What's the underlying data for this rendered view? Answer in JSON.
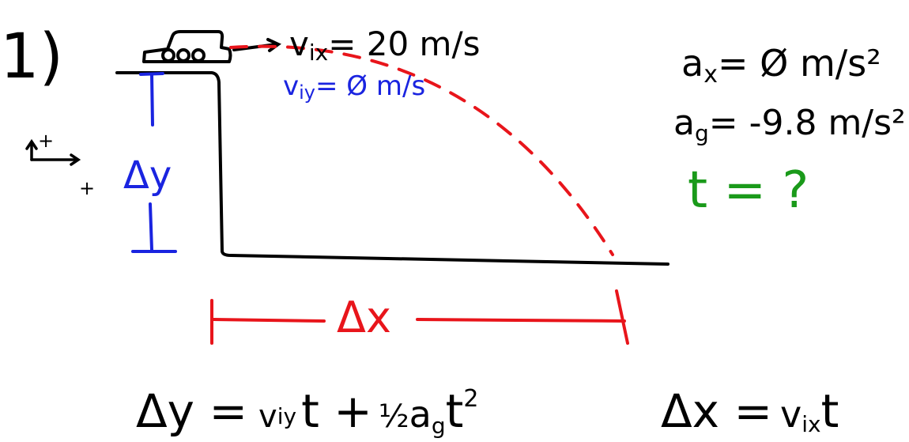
{
  "problem_number": "1)",
  "axes": {
    "plus_up": "+",
    "plus_right": "+"
  },
  "vix": {
    "base": "v",
    "sub": "ix",
    "value": "= 20 m/s"
  },
  "viy": {
    "base": "v",
    "sub": "iy",
    "value": "= Ø m/s"
  },
  "delta_y": "Δy",
  "delta_x": "Δx",
  "ax": {
    "base": "a",
    "sub": "x",
    "value": "= Ø m/s²"
  },
  "ag": {
    "base": "a",
    "sub": "g",
    "value": "= -9.8 m/s²"
  },
  "t_unknown": "t = ?",
  "eq_y": {
    "lhs": "Δy =",
    "v": "v",
    "v_sub": "iy",
    "t1": "t +",
    "half": "½",
    "a": "a",
    "a_sub": "g",
    "t2": "t",
    "exp": "2"
  },
  "eq_x": {
    "lhs": "Δx =",
    "v": "v",
    "v_sub": "ix",
    "t": "t"
  },
  "colors": {
    "ink": "#000000",
    "blue": "#1a24e0",
    "red": "#e8151b",
    "green": "#1a9a1a"
  }
}
